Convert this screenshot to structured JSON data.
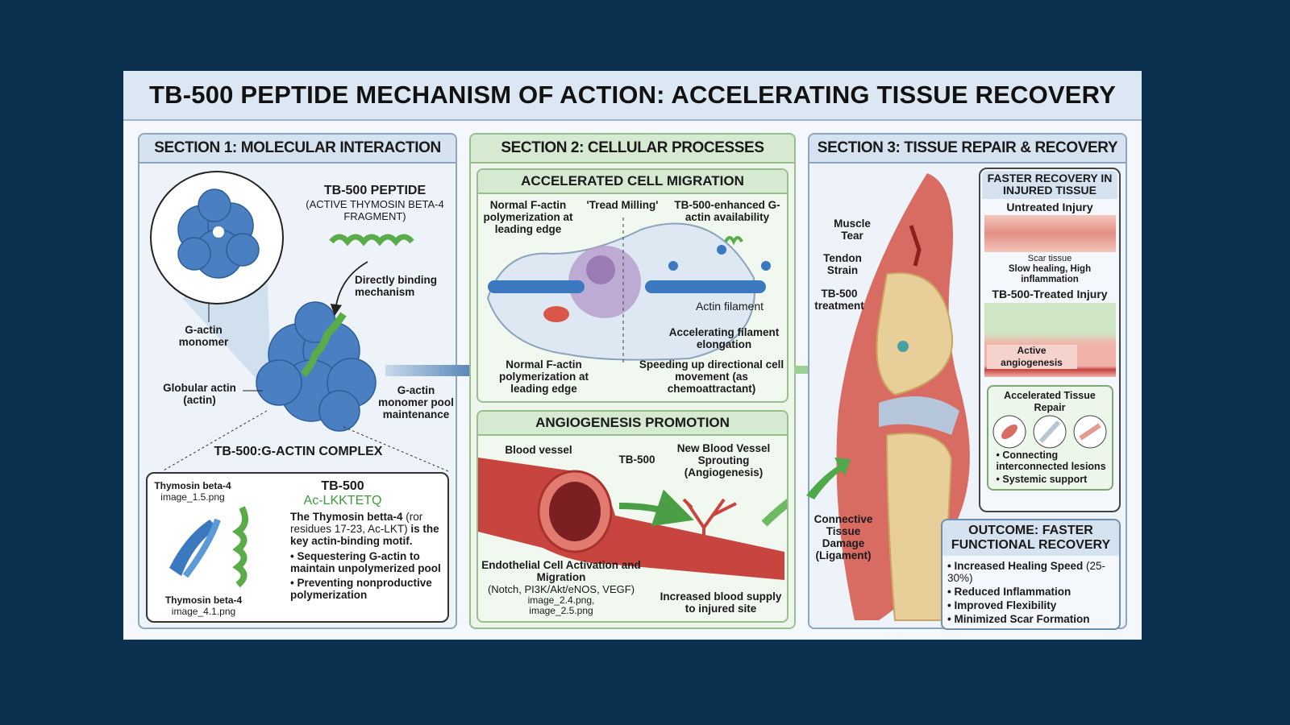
{
  "title": "TB-500 PEPTIDE MECHANISM OF ACTION: ACCELERATING TISSUE RECOVERY",
  "section1": {
    "header": "SECTION 1: MOLECULAR INTERACTION",
    "peptide_title": "TB-500 PEPTIDE",
    "peptide_sub": "(ACTIVE THYMOSIN BETA-4 FRAGMENT)",
    "binding": "Directly binding mechanism",
    "gactin": "G-actin monomer",
    "globular": "Globular actin (actin)",
    "pool": "G-actin monomer pool maintenance",
    "complex_title": "TB-500:G-ACTIN COMPLEX",
    "complex": {
      "tb4_top": "Thymosin beta-4",
      "tb4_top_file": "image_1.5.png",
      "tb4_bot": "Thymosin beta-4",
      "tb4_bot_file": "image_4.1.png",
      "tb500": "TB-500",
      "sequence": "Ac-LKKTETQ",
      "desc_bold1": "The Thymosin betta-4",
      "desc_norm": " (ror residues 17-23, Ac-LKT)",
      "desc_bold2": " is the key actin-binding motif.",
      "bullets": [
        "Sequestering G-actin to maintain unpolymerized pool",
        "Preventing nonproductive polymerization"
      ]
    }
  },
  "section2": {
    "header": "SECTION 2: CELLULAR PROCESSES",
    "migration": {
      "header": "ACCELERATED CELL MIGRATION",
      "normal_top": "Normal F-actin polymerization at leading edge",
      "tread": "'Tread Milling'",
      "enhanced": "TB-500-enhanced G-actin availability",
      "filament": "Actin filament",
      "elongation": "Accelerating filament elongation",
      "normal_bottom": "Normal F-actin polymerization at leading edge",
      "speeding": "Speeding up directional cell movement (as chemoattractant)"
    },
    "angio": {
      "header": "ANGIOGENESIS PROMOTION",
      "vessel": "Blood vessel",
      "tb500": "TB-500",
      "sprouting": "New Blood Vessel Sprouting (Angiogenesis)",
      "endo": "Endothelial Cell Activation and Migration",
      "pathways": "(Notch, PI3K/Akt/eNOS, VEGF)",
      "files": "image_2.4.png, image_2.5.png",
      "supply": "Increased blood supply to injured site"
    }
  },
  "section3": {
    "header": "SECTION 3: TISSUE REPAIR & RECOVERY",
    "muscle": "Muscle Tear",
    "tendon": "Tendon Strain",
    "treatment": "TB-500 treatment",
    "connective": "Connective Tissue Damage (Ligament)",
    "recovery": {
      "header": "FASTER RECOVERY IN INJURED TISSUE",
      "untreated": "Untreated Injury",
      "scar": "Scar tissue",
      "slow": "Slow healing, High inflammation",
      "treated": "TB-500-Treated Injury",
      "active": "Active angiogenesis",
      "repair": "Accelerated Tissue Repair",
      "bullets": [
        "Connecting interconnected lesions",
        "Systemic support"
      ]
    },
    "outcome": {
      "header": "OUTCOME: FASTER FUNCTIONAL RECOVERY",
      "bullet1_bold": "Increased Healing Speed",
      "bullet1_norm": " (25-30%)",
      "bullets": [
        "Reduced Inflammation",
        "Improved Flexibility",
        "Minimized Scar Formation"
      ]
    }
  },
  "colors": {
    "background": "#0c3150",
    "protein_blue": "#4a7fc1",
    "peptide_green": "#5aab4a",
    "vessel_red": "#c8443f"
  }
}
